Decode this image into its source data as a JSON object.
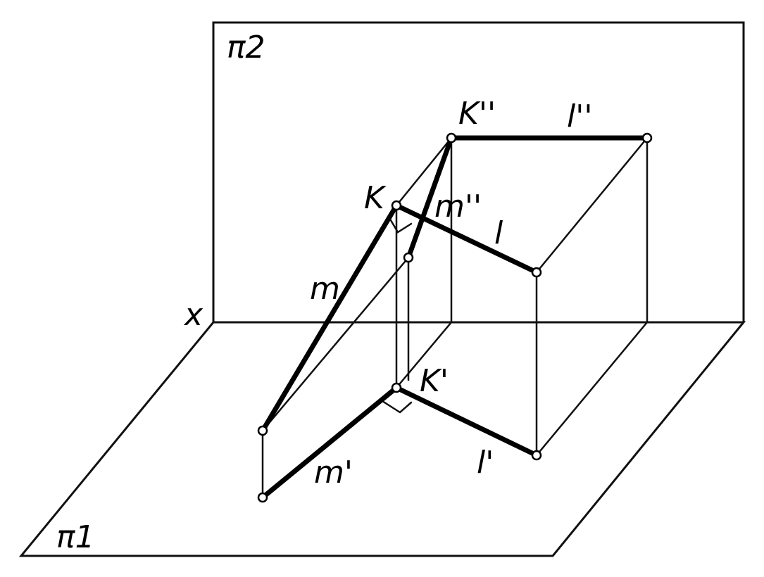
{
  "labels": {
    "plane_frontal": "π2",
    "plane_horizontal": "π1",
    "axis": "x",
    "point_k": "K",
    "point_k_front": "K''",
    "point_k_top": "K'",
    "line_l": "l",
    "line_l_front": "l''",
    "line_l_top": "l'",
    "line_m": "m",
    "line_m_front": "m''",
    "line_m_top": "m'"
  },
  "colors": {
    "ink": "#000000",
    "background": "#ffffff"
  }
}
